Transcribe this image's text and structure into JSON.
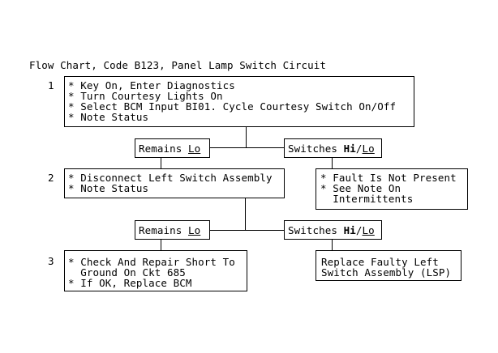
{
  "title": "Flow Chart, Code B123, Panel Lamp Switch Circuit",
  "steps": [
    {
      "number": "1",
      "lines": [
        "* Key On, Enter Diagnostics",
        "* Turn Courtesy Lights On",
        "* Select BCM Input BI01. Cycle Courtesy Switch On/Off",
        "* Note Status"
      ]
    },
    {
      "number": "2",
      "lines": [
        "* Disconnect Left Switch Assembly",
        "* Note Status"
      ]
    },
    {
      "number": "3",
      "lines": [
        "* Check And Repair Short To",
        "  Ground On Ckt 685",
        "* If OK, Replace BCM"
      ]
    }
  ],
  "branches": {
    "remains_prefix": "Remains ",
    "remains_lo": "Lo",
    "switches_prefix": "Switches ",
    "switches_hi": "Hi",
    "switches_slash": "/",
    "switches_lo": "Lo"
  },
  "result_a": [
    "* Fault Is Not Present",
    "* See Note On",
    "  Intermittents"
  ],
  "result_b": [
    "Replace Faulty Left",
    "Switch Assembly (LSP)"
  ]
}
